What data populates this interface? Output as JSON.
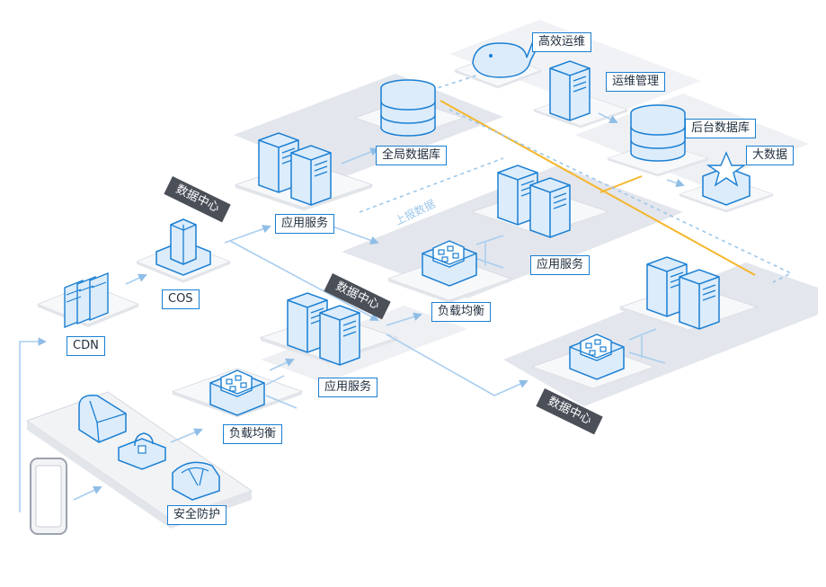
{
  "labels": {
    "ops_efficient": "高效运维",
    "ops_manage": "运维管理",
    "backend_db": "后台数据库",
    "big_data": "大数据",
    "global_db": "全局数据库",
    "app_service_top": "应用服务",
    "app_service_mid": "应用服务",
    "app_service_low": "应用服务",
    "lb_mid": "负载均衡",
    "lb_low": "负载均衡",
    "cos": "COS",
    "cdn": "CDN",
    "security": "安全防护",
    "report_data": "上报数据",
    "dc_1": "数据中心",
    "dc_2": "数据中心",
    "dc_3": "数据中心"
  },
  "colors": {
    "accent_blue": "#1a7fd3",
    "icon_light": "#dcecfb",
    "platform_gray": "#e3e6ec",
    "tile": "#f7f8fa",
    "orange_line": "#f5b62b",
    "dark_badge": "#4a4f58",
    "link_line": "#a8cdee"
  },
  "icons": [
    "whale-icon",
    "server-icon",
    "database-icon",
    "star-box-icon",
    "building-icon",
    "load-balancer-icon",
    "file-stack-icon",
    "firewall-icon",
    "lock-icon",
    "shield-icon",
    "mobile-phone-icon"
  ]
}
